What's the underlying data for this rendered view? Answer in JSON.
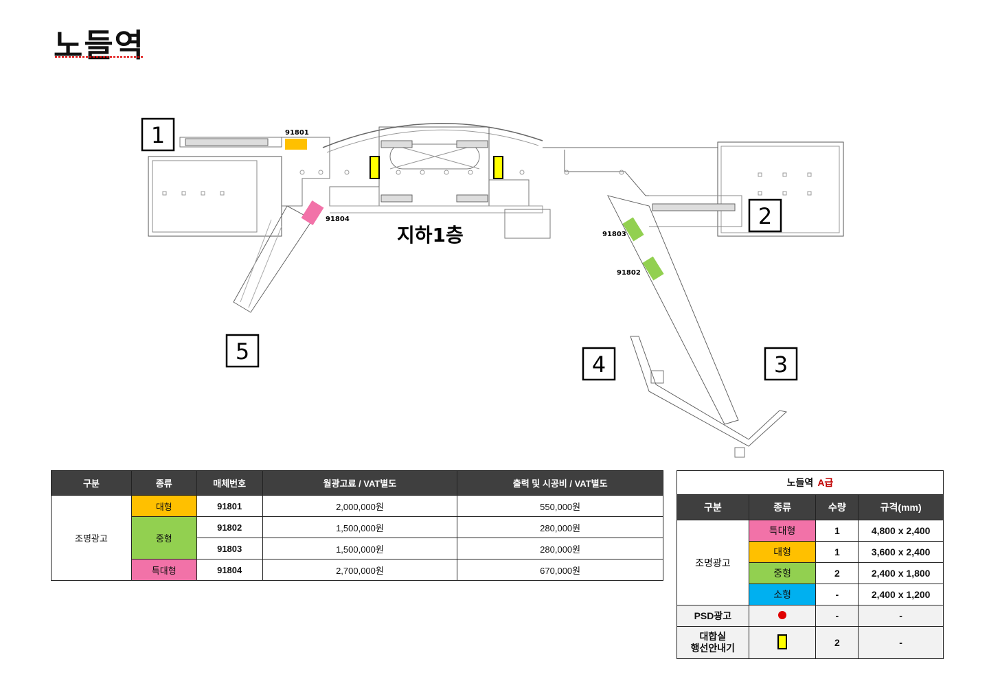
{
  "title": "노들역",
  "floor_label": "지하1층",
  "exits": [
    "1",
    "2",
    "3",
    "4",
    "5"
  ],
  "ad_ids": {
    "a": "91801",
    "b": "91802",
    "c": "91803",
    "d": "91804"
  },
  "colors": {
    "large": "#ffc000",
    "medium": "#92d050",
    "xlarge": "#f272a8",
    "small": "#00b0f0",
    "psd": "#e00000",
    "guide": "#ffff00"
  },
  "left_table": {
    "headers": [
      "구분",
      "종류",
      "매체번호",
      "월광고료 / VAT별도",
      "출력 및 시공비 / VAT별도"
    ],
    "category": "조명광고",
    "rows": [
      {
        "type": "대형",
        "id": "91801",
        "monthly": "2,000,000원",
        "install": "550,000원"
      },
      {
        "type": "중형",
        "id": "91802",
        "monthly": "1,500,000원",
        "install": "280,000원"
      },
      {
        "type": "",
        "id": "91803",
        "monthly": "1,500,000원",
        "install": "280,000원"
      },
      {
        "type": "특대형",
        "id": "91804",
        "monthly": "2,700,000원",
        "install": "670,000원"
      }
    ]
  },
  "right_table": {
    "station": "노들역",
    "grade": "A급",
    "headers": [
      "구분",
      "종류",
      "수량",
      "규격(mm)"
    ],
    "category": "조명광고",
    "rows": [
      {
        "type": "특대형",
        "qty": "1",
        "spec": "4,800 x 2,400"
      },
      {
        "type": "대형",
        "qty": "1",
        "spec": "3,600 x 2,400"
      },
      {
        "type": "중형",
        "qty": "2",
        "spec": "2,400 x 1,800"
      },
      {
        "type": "소형",
        "qty": "-",
        "spec": "2,400 x 1,200"
      }
    ],
    "psd": {
      "label": "PSD광고",
      "qty": "-",
      "spec": "-"
    },
    "guide": {
      "label_line1": "대합실",
      "label_line2": "행선안내기",
      "qty": "2",
      "spec": "-"
    }
  }
}
